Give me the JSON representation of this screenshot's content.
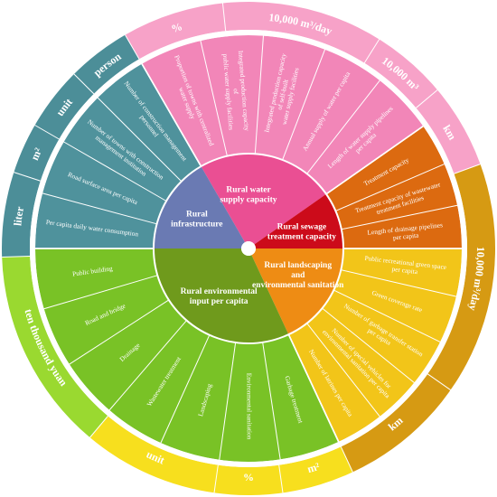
{
  "center_labels": {
    "water": [
      "Rural water",
      "supply capacity"
    ],
    "sewage": [
      "Rural sewage",
      "treatment capacity"
    ],
    "landscaping": [
      "Rural landscaping",
      "and",
      "environmental sanitation"
    ],
    "environmental": [
      "Rural environmental",
      "input per capita"
    ],
    "infrastructure": [
      "Rural",
      "infrastructure"
    ]
  },
  "colors": {
    "water": "#ea4f93",
    "sewage": "#cc0b1a",
    "landscaping": "#ee8c14",
    "environmental": "#6f9a1c",
    "infrastructure": "#6a7ab3",
    "ring_water": "#f286b8",
    "ring_sewage": "#dc6a10",
    "ring_landscaping": "#f2c519",
    "ring_environmental": "#79c226",
    "ring_infrastructure": "#4f929c",
    "outer_water": "#f7a2c8",
    "outer_sewage": "#d69a13",
    "outer_landscaping": "#f7df1e",
    "outer_environmental": "#9ad930",
    "outer_infrastructure": "#4c8e98"
  },
  "indicators": {
    "water": [
      [
        "Proportion of towns with centralized",
        "water supply"
      ],
      [
        "Integrated production capacity",
        "of",
        "public water supply facilities"
      ],
      [
        "Integrated production capacity",
        "of self-built",
        "water supply facilities"
      ],
      [
        "Annual supply of water per capita"
      ],
      [
        "Length of water supply pipelines",
        "per capita"
      ]
    ],
    "sewage": [
      [
        "Treatment capacity"
      ],
      [
        "Treatment capacity of wastewater",
        "treatment facilities"
      ],
      [
        "Length of drainage pipelines",
        "per capita"
      ]
    ],
    "landscaping": [
      [
        "Public recreational green space",
        "per capita"
      ],
      [
        "Green coverage rate"
      ],
      [
        "Number of garbage transfer station",
        "per capita"
      ],
      [
        "Number of special vehicles for",
        "environmental sanitation per capita"
      ],
      [
        "Number of latrines per capita"
      ]
    ],
    "environmental": [
      [
        "Garbage treatment"
      ],
      [
        "Environmental sanitation"
      ],
      [
        "Landscaping"
      ],
      [
        "Wastewater treatment"
      ],
      [
        "Drainage"
      ],
      [
        "Road and bridge"
      ],
      [
        "Public building"
      ]
    ],
    "infrastructure": [
      [
        "Per capita daily water consumption"
      ],
      [
        "Road surface area per capita"
      ],
      [
        "Number of towns with construction",
        "management institution"
      ],
      [
        "Number of construction management",
        "personnel"
      ]
    ]
  },
  "units": {
    "water": [
      "%",
      "10,000 m³/day",
      "10,000 m³",
      "km"
    ],
    "sewage": [
      "10,000 m³/day",
      "km"
    ],
    "landscaping": [
      "m²",
      "%",
      "unit"
    ],
    "environmental": [
      "ten thousand yuan"
    ],
    "infrastructure": [
      "liter",
      "m²",
      "unit",
      "person"
    ]
  }
}
